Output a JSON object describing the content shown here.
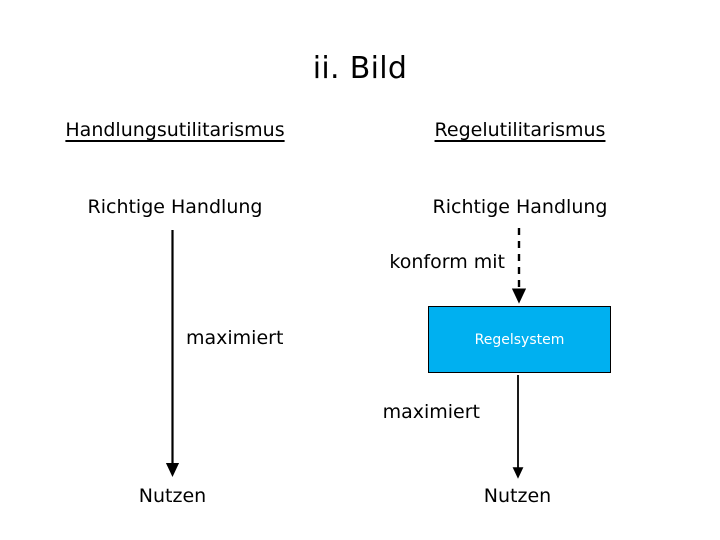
{
  "slide": {
    "title": "ii. Bild",
    "background_color": "#FFFFFF",
    "text_color": "#000000"
  },
  "columns": {
    "left": {
      "header": "Handlungsutilitarismus",
      "action": "Richtige Handlung",
      "relation": "maximiert",
      "outcome": "Nutzen"
    },
    "right": {
      "header": "Regelutilitarismus",
      "action": "Richtige Handlung",
      "relation_top": "konform mit",
      "box_label": "Regelsystem",
      "box_fill_color": "#00B0F0",
      "box_text_color": "#FFFFFF",
      "box_border_color": "#000000",
      "relation_bottom": "maximiert",
      "outcome": "Nutzen"
    }
  },
  "connectors": [
    {
      "name": "left-action-to-nutzen",
      "style": "solid",
      "direction": "down",
      "label": "maximiert"
    },
    {
      "name": "right-action-to-regelsystem",
      "style": "dashed",
      "direction": "down",
      "label": "konform mit"
    },
    {
      "name": "right-regelsystem-to-nutzen",
      "style": "solid",
      "direction": "down",
      "label": "maximiert"
    }
  ]
}
